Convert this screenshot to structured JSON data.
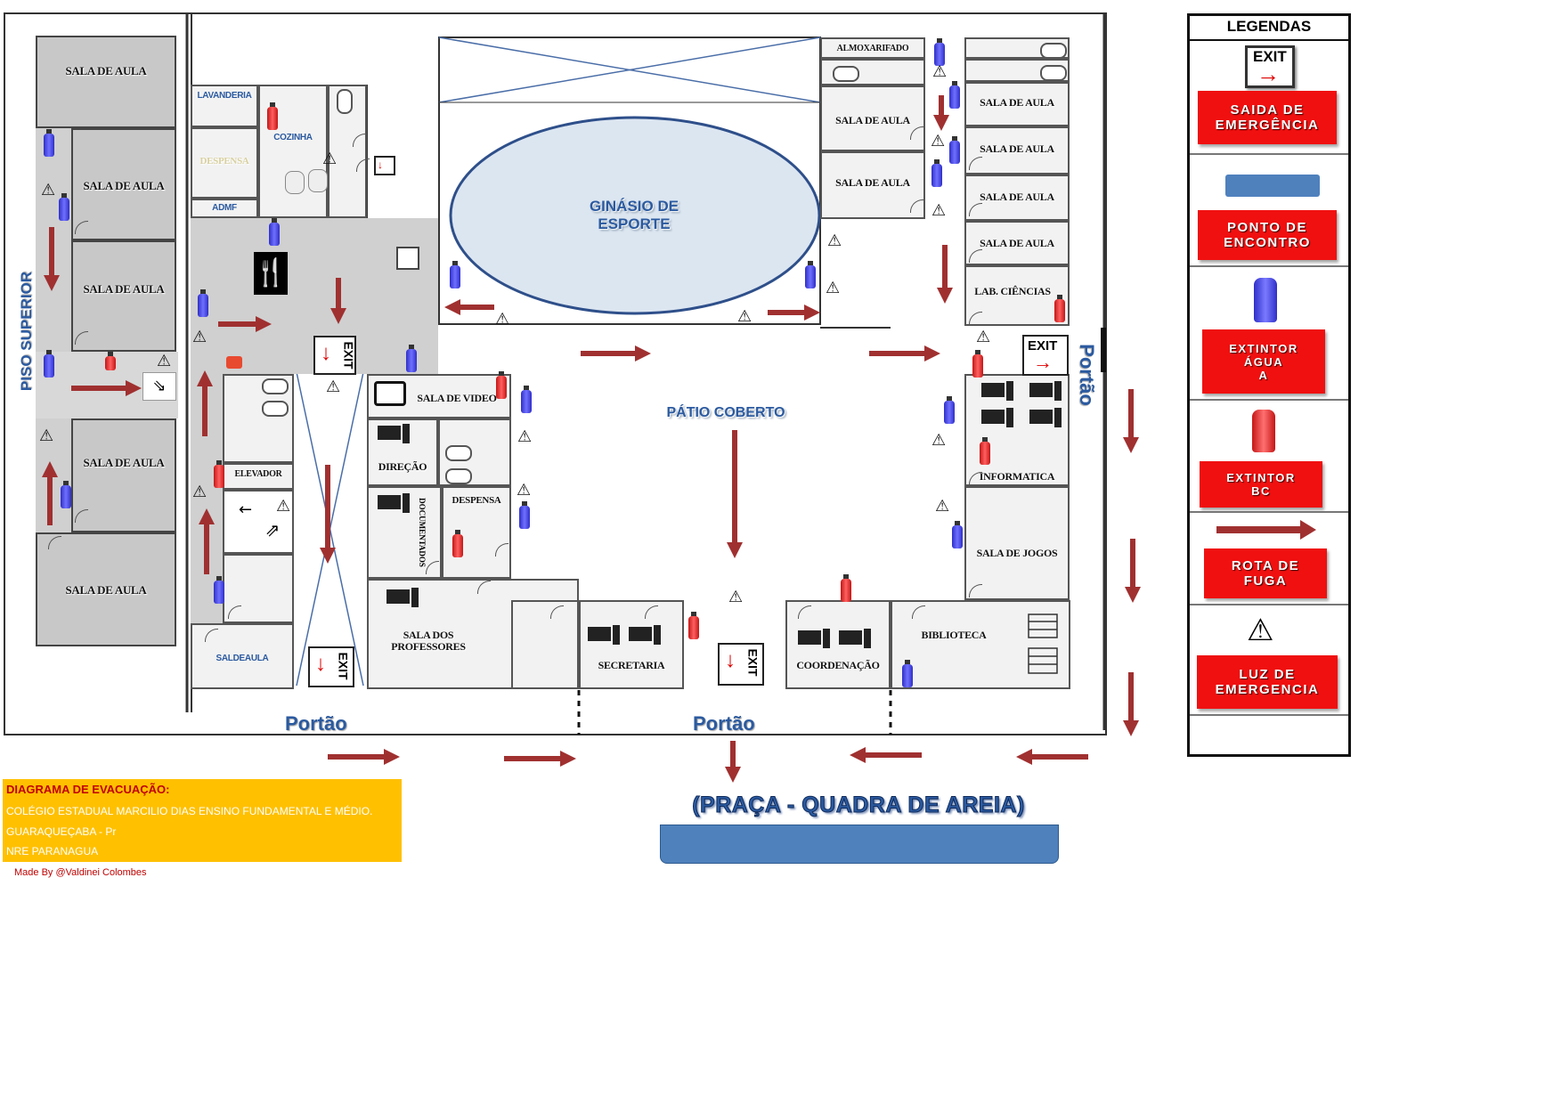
{
  "title": "DIAGRAMA DE EVACUAÇÃO:",
  "school": {
    "line1": "COLÉGIO ESTADUAL MARCILIO DIAS ENSINO FUNDAMENTAL E MÉDIO.",
    "line2": "GUARAQUEÇABA - Pr",
    "line3": "NRE PARANAGUA"
  },
  "credit": "Made By @Valdinei Colombes",
  "piso_superior": "PISO SUPERIOR",
  "portao": "Portão",
  "praca": "(PRAÇA - QUADRA DE AREIA)",
  "gym": {
    "line1": "GINÁSIO DE",
    "line2": "ESPORTE"
  },
  "patio": "PÁTIO COBERTO",
  "exit_text": "EXIT",
  "rooms": {
    "sala_aula": "SALA DE AULA",
    "lavanderia": "LAVANDERIA",
    "cozinha": "COZINHA",
    "despensa_top": "DESPENSA",
    "admf": "ADMF",
    "elevador": "ELEVADOR",
    "sala_aula_small": "SALDEAULA",
    "sala_video": "SALA DE VIDEO",
    "direcao": "DIREÇÃO",
    "despensa": "DESPENSA",
    "documentados": "DOCUMENTADOS",
    "sala_professores_1": "SALA DOS",
    "sala_professores_2": "PROFESSORES",
    "secretaria": "SECRETARIA",
    "coordenacao": "COORDENAÇÃO",
    "biblioteca": "BIBLIOTECA",
    "almoxarifado": "ALMOXARIFADO",
    "lab_ciencias": "LAB. CIÊNCIAS",
    "informatica": "INFORMATICA",
    "sala_jogos": "SALA DE JOGOS"
  },
  "legend": {
    "title": "LEGENDAS",
    "saida_1": "SAIDA DE",
    "saida_2": "EMERGÊNCIA",
    "ponto_1": "PONTO DE",
    "ponto_2": "ENCONTRO",
    "agua_1": "EXTINTOR",
    "agua_2": "ÁGUA",
    "agua_3": "A",
    "bc_1": "EXTINTOR",
    "bc_2": "BC",
    "rota_1": "ROTA DE",
    "rota_2": "FUGA",
    "luz_1": "LUZ DE",
    "luz_2": "EMERGENCIA"
  },
  "colors": {
    "arrow": "#a03030",
    "legend_red": "#f01010",
    "blue_text": "#2b5aa0",
    "meeting_point": "#4f81bd",
    "gym_fill": "#dce6f1",
    "title_bg": "#ffc000"
  },
  "icons": [
    "exit-sign-icon",
    "fire-extinguisher-water-icon",
    "fire-extinguisher-bc-icon",
    "emergency-light-icon",
    "escape-arrow-icon",
    "toilet-icon",
    "computer-icon",
    "stairs-icon",
    "cutlery-icon",
    "tv-icon",
    "gas-cylinder-icon"
  ]
}
